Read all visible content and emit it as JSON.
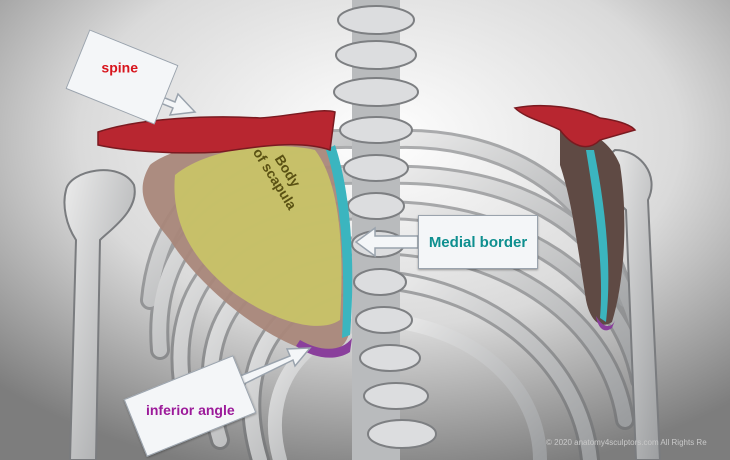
{
  "labels": {
    "spine": "spine",
    "body_of_scapula": "Body\nof scapula",
    "medial_border": "Medial border",
    "inferior_angle": "inferior angle"
  },
  "copyright": "© 2020 anatomy4sculptors.com All Rights Re",
  "colors": {
    "spine": "#b82630",
    "body_of_scapula": "#c9c467",
    "scapula_margin": "#a9877a",
    "medial_border": "#3bb5bf",
    "inferior_angle": "#8a3f9c",
    "bone": "#cfd1d3",
    "background": "#8c8c8c"
  }
}
